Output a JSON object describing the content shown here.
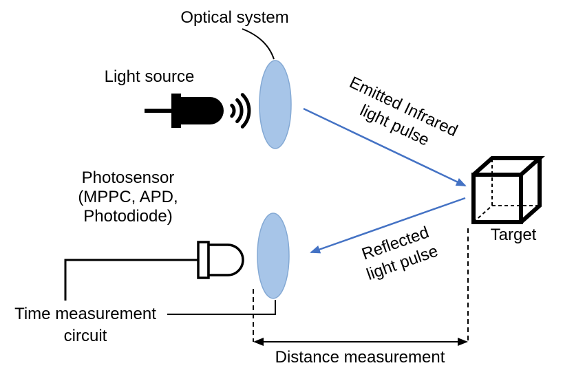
{
  "colors": {
    "arrow_blue": "#4472C4",
    "lens_fill": "#A7C5E8",
    "lens_stroke": "#84A9D4",
    "ink": "#000000"
  },
  "labels": {
    "optical_system": "Optical system",
    "light_source": "Light source",
    "emitted_pulse_line1": "Emitted Infrared",
    "emitted_pulse_line2": "light pulse",
    "target": "Target",
    "reflected_pulse_line1": "Reflected",
    "reflected_pulse_line2": "light pulse",
    "photosensor_line1": "Photosensor",
    "photosensor_line2": "(MPPC, APD,",
    "photosensor_line3": "Photodiode)",
    "time_measurement_line1": "Time measurement",
    "time_measurement_line2": "circuit",
    "distance_measurement": "Distance measurement"
  },
  "icons": {
    "led_emitter": "led-emitter-icon",
    "light_waves": "light-wave-arcs-icon",
    "lens": "lens-ellipse-icon",
    "target_cube": "cube-3d-icon",
    "photodiode": "photodiode-icon"
  }
}
